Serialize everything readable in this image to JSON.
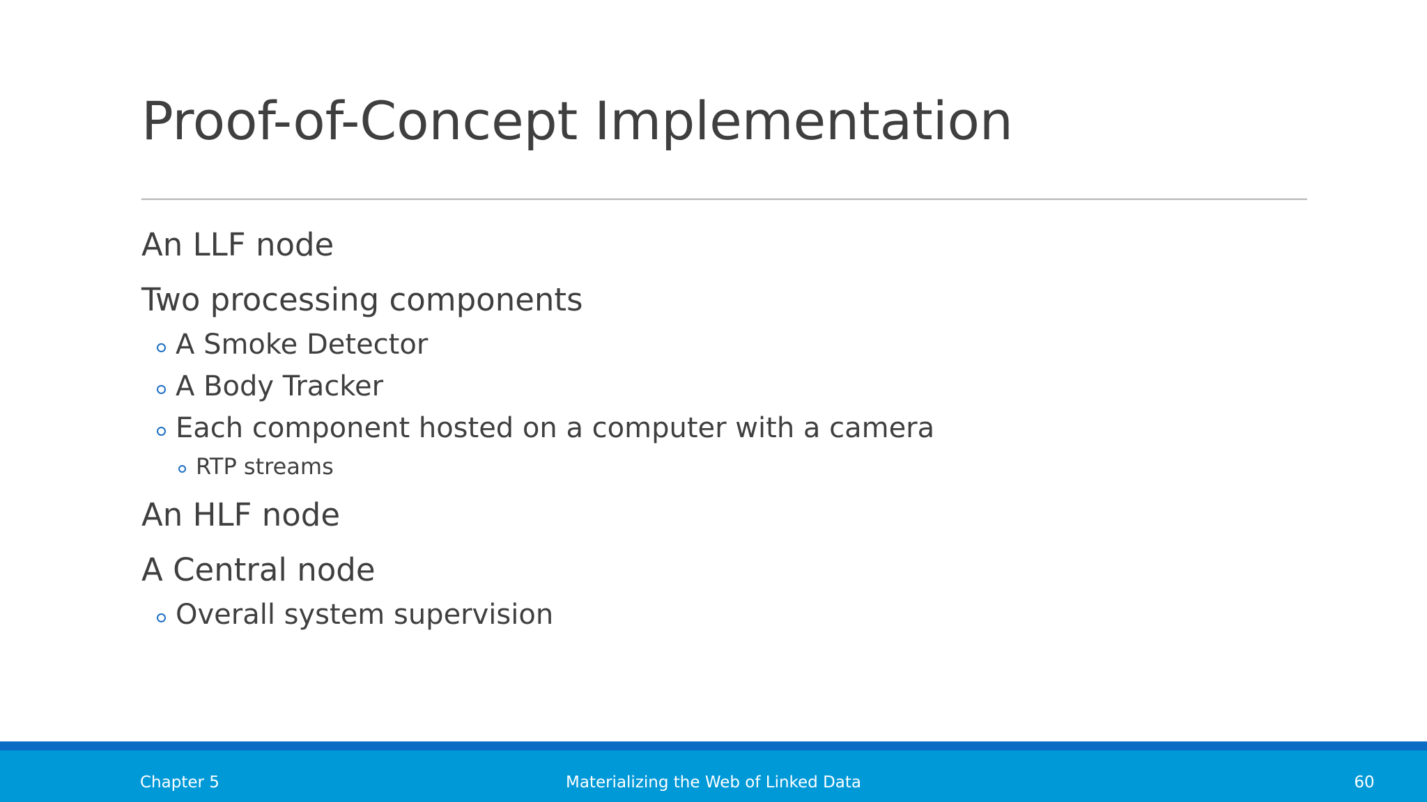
{
  "slide": {
    "title": "Proof-of-Concept Implementation",
    "accent_color": "#0099d8",
    "accent_dark_color": "#0a6cc4",
    "text_color": "#3f3f3f",
    "bullet_color": "#1f6fc4",
    "rule_color": "#b4b6b8"
  },
  "body": {
    "items": [
      {
        "level": 1,
        "text": "An LLF node",
        "bullet": ""
      },
      {
        "level": 1,
        "text": "Two processing components",
        "bullet": ""
      },
      {
        "level": 2,
        "text": "A Smoke Detector",
        "bullet": "hollow-circle"
      },
      {
        "level": 2,
        "text": "A Body Tracker",
        "bullet": "hollow-circle"
      },
      {
        "level": 2,
        "text": "Each component hosted on a computer with a camera",
        "bullet": "hollow-circle"
      },
      {
        "level": 3,
        "text": "RTP streams",
        "bullet": "hollow-circle"
      },
      {
        "level": 1,
        "text": "An HLF node",
        "bullet": ""
      },
      {
        "level": 1,
        "text": "A Central node",
        "bullet": ""
      },
      {
        "level": 2,
        "text": "Overall system supervision",
        "bullet": "hollow-circle"
      }
    ]
  },
  "footer": {
    "chapter": "Chapter 5",
    "center": "Materializing the Web of Linked Data",
    "page_number": "60"
  }
}
